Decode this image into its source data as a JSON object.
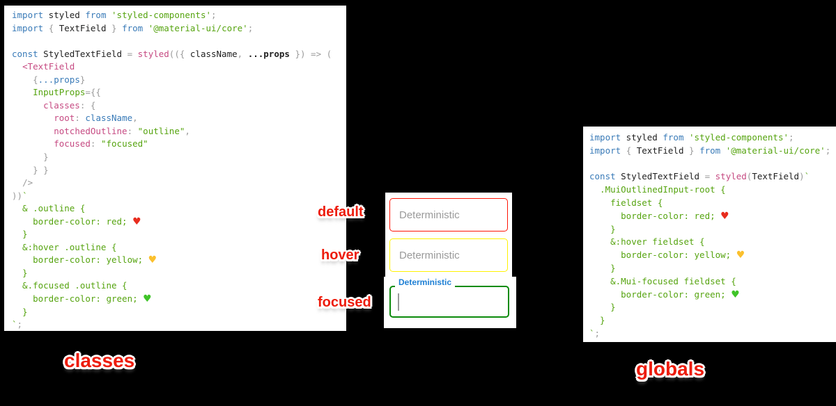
{
  "labels": {
    "default": "default",
    "hover": "hover",
    "focused": "focused",
    "classes": "classes",
    "globals": "globals"
  },
  "fields": {
    "default": {
      "placeholder": "Deterministic",
      "border_color": "#ff1505"
    },
    "hover": {
      "placeholder": "Deterministic",
      "border_color": "#fff200"
    },
    "focused": {
      "label": "Deterministic",
      "border_color": "#0c8b0c",
      "label_color": "#1d7fd4"
    }
  },
  "colors": {
    "background": "#000000",
    "panel": "#ffffff",
    "keyword_blue": "#3a7bb8",
    "string_green": "#56a410",
    "property_magenta": "#c64a82",
    "punctuation_gray": "#9b9b9b",
    "label_red": "#ed1c0c",
    "heart_red": "#e82c1e",
    "heart_yellow": "#fbc02d",
    "heart_green": "#3fc428",
    "placeholder_gray": "#9a9a9a"
  },
  "code_left": {
    "lines": [
      [
        {
          "t": "import",
          "c": "kw"
        },
        {
          "t": " styled ",
          "c": "id"
        },
        {
          "t": "from",
          "c": "kw"
        },
        {
          "t": " ",
          "c": "id"
        },
        {
          "t": "'styled-components'",
          "c": "str"
        },
        {
          "t": ";",
          "c": "pun"
        }
      ],
      [
        {
          "t": "import",
          "c": "kw"
        },
        {
          "t": " ",
          "c": "id"
        },
        {
          "t": "{",
          "c": "pun"
        },
        {
          "t": " TextField ",
          "c": "id"
        },
        {
          "t": "}",
          "c": "pun"
        },
        {
          "t": " ",
          "c": "id"
        },
        {
          "t": "from",
          "c": "kw"
        },
        {
          "t": " ",
          "c": "id"
        },
        {
          "t": "'@material-ui/core'",
          "c": "str"
        },
        {
          "t": ";",
          "c": "pun"
        }
      ],
      [],
      [
        {
          "t": "const",
          "c": "kw"
        },
        {
          "t": " StyledTextField ",
          "c": "id"
        },
        {
          "t": "=",
          "c": "pun"
        },
        {
          "t": " ",
          "c": "id"
        },
        {
          "t": "styled",
          "c": "fn"
        },
        {
          "t": "(({",
          "c": "pun"
        },
        {
          "t": " className",
          "c": "id"
        },
        {
          "t": ",",
          "c": "pun"
        },
        {
          "t": " ",
          "c": "id"
        },
        {
          "t": "...props",
          "c": "idb"
        },
        {
          "t": " ",
          "c": "id"
        },
        {
          "t": "})",
          "c": "pun"
        },
        {
          "t": " ",
          "c": "id"
        },
        {
          "t": "=>",
          "c": "pun"
        },
        {
          "t": " ",
          "c": "id"
        },
        {
          "t": "(",
          "c": "pun"
        }
      ],
      [
        {
          "t": "  ",
          "c": "id"
        },
        {
          "t": "<TextField",
          "c": "fn"
        }
      ],
      [
        {
          "t": "    ",
          "c": "id"
        },
        {
          "t": "{",
          "c": "pun"
        },
        {
          "t": "...props",
          "c": "kw"
        },
        {
          "t": "}",
          "c": "pun"
        }
      ],
      [
        {
          "t": "    ",
          "c": "id"
        },
        {
          "t": "InputProps",
          "c": "str"
        },
        {
          "t": "={{",
          "c": "pun"
        }
      ],
      [
        {
          "t": "      ",
          "c": "id"
        },
        {
          "t": "classes",
          "c": "fn"
        },
        {
          "t": ":",
          "c": "pun"
        },
        {
          "t": " ",
          "c": "id"
        },
        {
          "t": "{",
          "c": "pun"
        }
      ],
      [
        {
          "t": "        ",
          "c": "id"
        },
        {
          "t": "root",
          "c": "fn"
        },
        {
          "t": ":",
          "c": "pun"
        },
        {
          "t": " ",
          "c": "id"
        },
        {
          "t": "className",
          "c": "kw"
        },
        {
          "t": ",",
          "c": "pun"
        }
      ],
      [
        {
          "t": "        ",
          "c": "id"
        },
        {
          "t": "notchedOutline",
          "c": "fn"
        },
        {
          "t": ":",
          "c": "pun"
        },
        {
          "t": " ",
          "c": "id"
        },
        {
          "t": "\"outline\"",
          "c": "str"
        },
        {
          "t": ",",
          "c": "pun"
        }
      ],
      [
        {
          "t": "        ",
          "c": "id"
        },
        {
          "t": "focused",
          "c": "fn"
        },
        {
          "t": ":",
          "c": "pun"
        },
        {
          "t": " ",
          "c": "id"
        },
        {
          "t": "\"focused\"",
          "c": "str"
        }
      ],
      [
        {
          "t": "      ",
          "c": "id"
        },
        {
          "t": "}",
          "c": "pun"
        }
      ],
      [
        {
          "t": "    ",
          "c": "id"
        },
        {
          "t": "} }",
          "c": "pun"
        }
      ],
      [
        {
          "t": "  ",
          "c": "id"
        },
        {
          "t": "/>",
          "c": "pun"
        }
      ],
      [
        {
          "t": "))",
          "c": "pun"
        },
        {
          "t": "`",
          "c": "str"
        }
      ],
      [
        {
          "t": "  & .outline {",
          "c": "str"
        }
      ],
      [
        {
          "t": "    border-color: red; ",
          "c": "str"
        },
        {
          "t": "♥",
          "c": "hr"
        }
      ],
      [
        {
          "t": "  }",
          "c": "str"
        }
      ],
      [
        {
          "t": "  &:hover .outline {",
          "c": "str"
        }
      ],
      [
        {
          "t": "    border-color: yellow; ",
          "c": "str"
        },
        {
          "t": "♥",
          "c": "hy"
        }
      ],
      [
        {
          "t": "  }",
          "c": "str"
        }
      ],
      [
        {
          "t": "  &.focused .outline {",
          "c": "str"
        }
      ],
      [
        {
          "t": "    border-color: green; ",
          "c": "str"
        },
        {
          "t": "♥",
          "c": "hg"
        }
      ],
      [
        {
          "t": "  }",
          "c": "str"
        }
      ],
      [
        {
          "t": "`",
          "c": "str"
        },
        {
          "t": ";",
          "c": "pun"
        }
      ]
    ]
  },
  "code_right": {
    "lines": [
      [
        {
          "t": "import",
          "c": "kw"
        },
        {
          "t": " styled ",
          "c": "id"
        },
        {
          "t": "from",
          "c": "kw"
        },
        {
          "t": " ",
          "c": "id"
        },
        {
          "t": "'styled-components'",
          "c": "str"
        },
        {
          "t": ";",
          "c": "pun"
        }
      ],
      [
        {
          "t": "import",
          "c": "kw"
        },
        {
          "t": " ",
          "c": "id"
        },
        {
          "t": "{",
          "c": "pun"
        },
        {
          "t": " TextField ",
          "c": "id"
        },
        {
          "t": "}",
          "c": "pun"
        },
        {
          "t": " ",
          "c": "id"
        },
        {
          "t": "from",
          "c": "kw"
        },
        {
          "t": " ",
          "c": "id"
        },
        {
          "t": "'@material-ui/core'",
          "c": "str"
        },
        {
          "t": ";",
          "c": "pun"
        }
      ],
      [],
      [
        {
          "t": "const",
          "c": "kw"
        },
        {
          "t": " StyledTextField ",
          "c": "id"
        },
        {
          "t": "=",
          "c": "pun"
        },
        {
          "t": " ",
          "c": "id"
        },
        {
          "t": "styled",
          "c": "fn"
        },
        {
          "t": "(",
          "c": "pun"
        },
        {
          "t": "TextField",
          "c": "id"
        },
        {
          "t": ")",
          "c": "pun"
        },
        {
          "t": "`",
          "c": "str"
        }
      ],
      [
        {
          "t": "  .MuiOutlinedInput-root {",
          "c": "str"
        }
      ],
      [
        {
          "t": "    fieldset {",
          "c": "str"
        }
      ],
      [
        {
          "t": "      border-color: red; ",
          "c": "str"
        },
        {
          "t": "♥",
          "c": "hr"
        }
      ],
      [
        {
          "t": "    }",
          "c": "str"
        }
      ],
      [
        {
          "t": "    &:hover fieldset {",
          "c": "str"
        }
      ],
      [
        {
          "t": "      border-color: yellow; ",
          "c": "str"
        },
        {
          "t": "♥",
          "c": "hy"
        }
      ],
      [
        {
          "t": "    }",
          "c": "str"
        }
      ],
      [
        {
          "t": "    &.Mui-focused fieldset {",
          "c": "str"
        }
      ],
      [
        {
          "t": "      border-color: green; ",
          "c": "str"
        },
        {
          "t": "♥",
          "c": "hg"
        }
      ],
      [
        {
          "t": "    }",
          "c": "str"
        }
      ],
      [
        {
          "t": "  }",
          "c": "str"
        }
      ],
      [
        {
          "t": "`",
          "c": "str"
        },
        {
          "t": ";",
          "c": "pun"
        }
      ]
    ]
  }
}
